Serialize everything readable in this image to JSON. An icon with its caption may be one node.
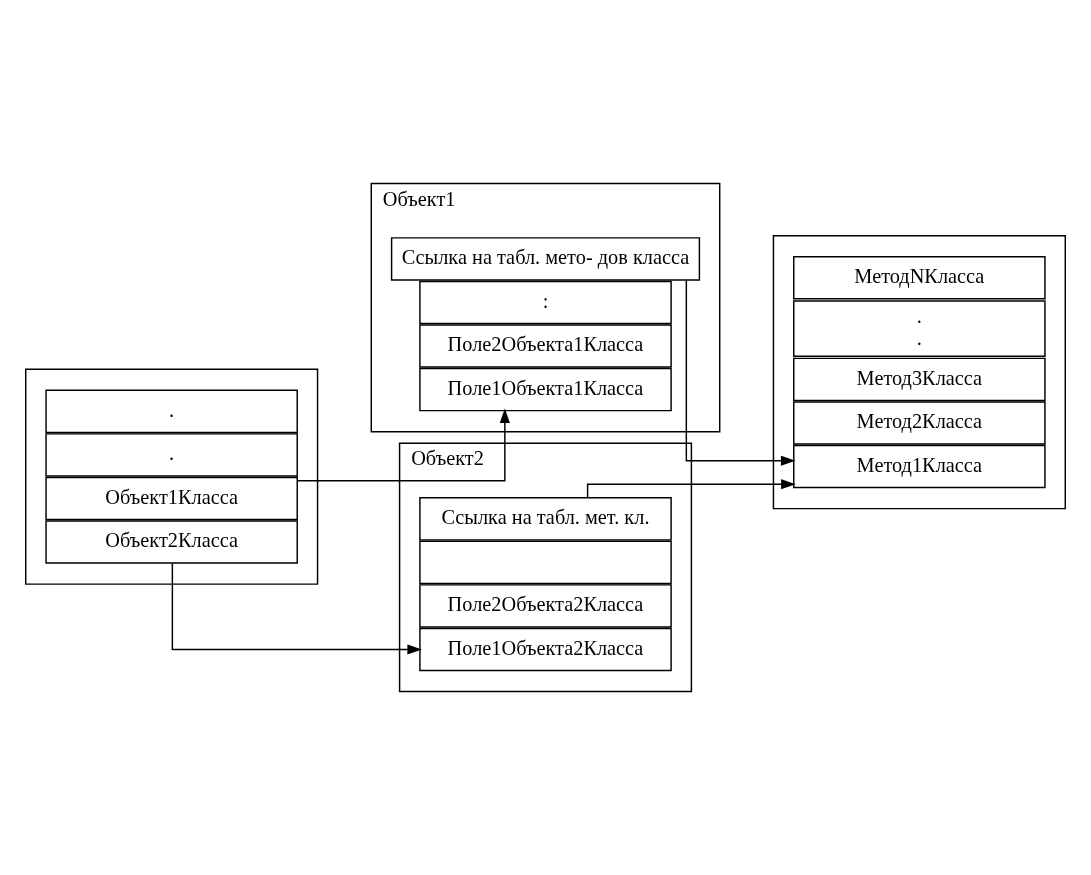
{
  "diagram": {
    "nodes": [
      {
        "text": [],
        "shape": "box"
      },
      {
        "text": [
          "Объект1Класса"
        ],
        "in": 0
      },
      {
        "text": [
          "."
        ],
        "in": 0
      },
      {
        "text": [
          "."
        ],
        "in": 0
      },
      {
        "text": [
          "Объект2Класса"
        ],
        "in": 0
      },
      {
        "text": [],
        "shape": "box",
        "beside": [
          "Объект1"
        ]
      },
      {
        "text": [
          "Поле1Объекта1Класса"
        ],
        "in": 5
      },
      {
        "text": [
          "Поле2Объекта1Класса"
        ],
        "in": 5
      },
      {
        "text": [
          ":"
        ],
        "in": 5
      },
      {
        "text": [
          "Ссылка на табл. мето- дов класса"
        ],
        "in": 5
      },
      {
        "text": [],
        "shape": "box",
        "beside": [
          "Объект2"
        ]
      },
      {
        "text": [
          "Поле1Объекта2Класса"
        ],
        "in": 10
      },
      {
        "text": [
          "Поле2Объекта2Класса"
        ],
        "in": 10
      },
      {
        "text": [],
        "shape": "box",
        "in": 10
      },
      {
        "text": [
          "Ссылка на табл. мет. кл."
        ],
        "in": 10
      },
      {
        "text": [],
        "shape": "box"
      },
      {
        "text": [
          "Метод1Класса"
        ],
        "in": 15
      },
      {
        "text": [
          "Метод2Класса"
        ],
        "in": 15
      },
      {
        "text": [
          "Метод3Класса"
        ],
        "in": 15
      },
      {
        "text": [
          ".",
          "."
        ],
        "in": 15
      },
      {
        "text": [
          "МетодNКласса"
        ],
        "in": 15
      }
    ],
    "edges": [
      {
        "from": 1,
        "to": 6,
        "arrow": "to"
      },
      {
        "from": 4,
        "to": 11,
        "arrow": "to"
      },
      {
        "from": 9,
        "to": 16,
        "arrow": "to"
      },
      {
        "from": 14,
        "to": 16,
        "arrow": "to"
      }
    ]
  }
}
